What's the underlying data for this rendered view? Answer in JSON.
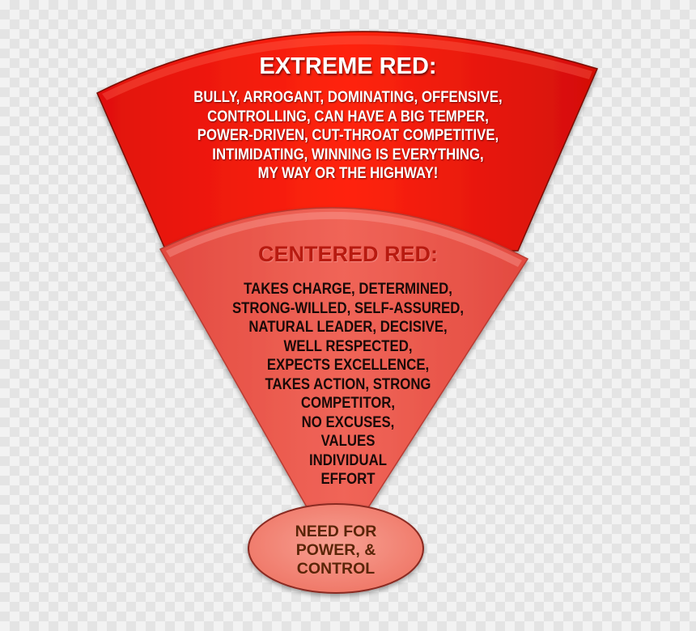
{
  "extreme_red": {
    "title": "EXTREME RED:",
    "traits": [
      "BULLY, ARROGANT, DOMINATING, OFFENSIVE,",
      "CONTROLLING, CAN HAVE A BIG TEMPER,",
      "POWER-DRIVEN, CUT-THROAT COMPETITIVE,",
      "INTIMIDATING, WINNING IS EVERYTHING,",
      "MY WAY OR THE HIGHWAY!"
    ],
    "color": "#e8180c"
  },
  "centered_red": {
    "title": "CENTERED RED:",
    "traits": [
      "TAKES CHARGE, DETERMINED,",
      "STRONG-WILLED, SELF-ASSURED,",
      "NATURAL LEADER, DECISIVE,",
      "WELL RESPECTED,",
      "EXPECTS EXCELLENCE,",
      "TAKES ACTION, STRONG",
      "COMPETITOR,",
      "NO EXCUSES,",
      "VALUES",
      "INDIVIDUAL",
      "EFFORT"
    ],
    "color": "#ee5a50"
  },
  "core_need": {
    "lines": [
      "NEED FOR",
      "POWER, &",
      "CONTROL"
    ],
    "color": "#f28a7c"
  }
}
